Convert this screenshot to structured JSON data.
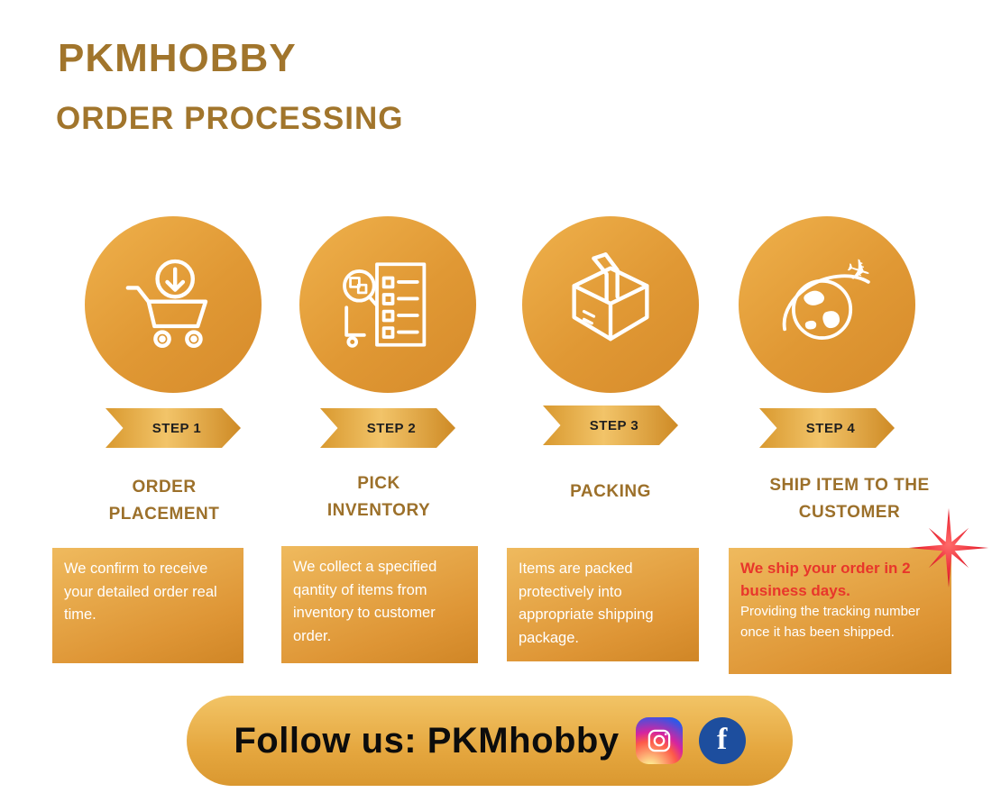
{
  "header": {
    "brand": "PKMHOBBY",
    "title": "ORDER PROCESSING"
  },
  "steps": [
    {
      "badge": "STEP 1",
      "title": "ORDER PLACEMENT",
      "desc": "We confirm to receive your detailed order real time.",
      "icon": "cart-download-icon"
    },
    {
      "badge": "STEP 2",
      "title": "PICK INVENTORY",
      "desc": "We collect a specified qantity of items from inventory to customer order.",
      "icon": "pick-inventory-checklist-icon"
    },
    {
      "badge": "STEP 3",
      "title": "PACKING",
      "desc": "Items are packed protectively into appropriate shipping package.",
      "icon": "packing-box-icon"
    },
    {
      "badge": "STEP 4",
      "title": "SHIP ITEM TO THE CUSTOMER",
      "desc_highlight": "We ship your order in 2 business days.",
      "desc": "Providing the tracking number once it has been shipped.",
      "icon": "globe-airplane-icon"
    }
  ],
  "footer": {
    "follow_text": "Follow us: PKMhobby",
    "social": [
      "instagram-icon",
      "facebook-icon"
    ]
  },
  "colors": {
    "heading_gold": "#A1752C",
    "circle_gold": "#E09834",
    "box_gradient_top": "#EFBA5E",
    "box_gradient_bottom": "#D08626",
    "highlight_red": "#E8362B",
    "facebook_blue": "#1D4E9E",
    "background": "#FFFFFF"
  }
}
